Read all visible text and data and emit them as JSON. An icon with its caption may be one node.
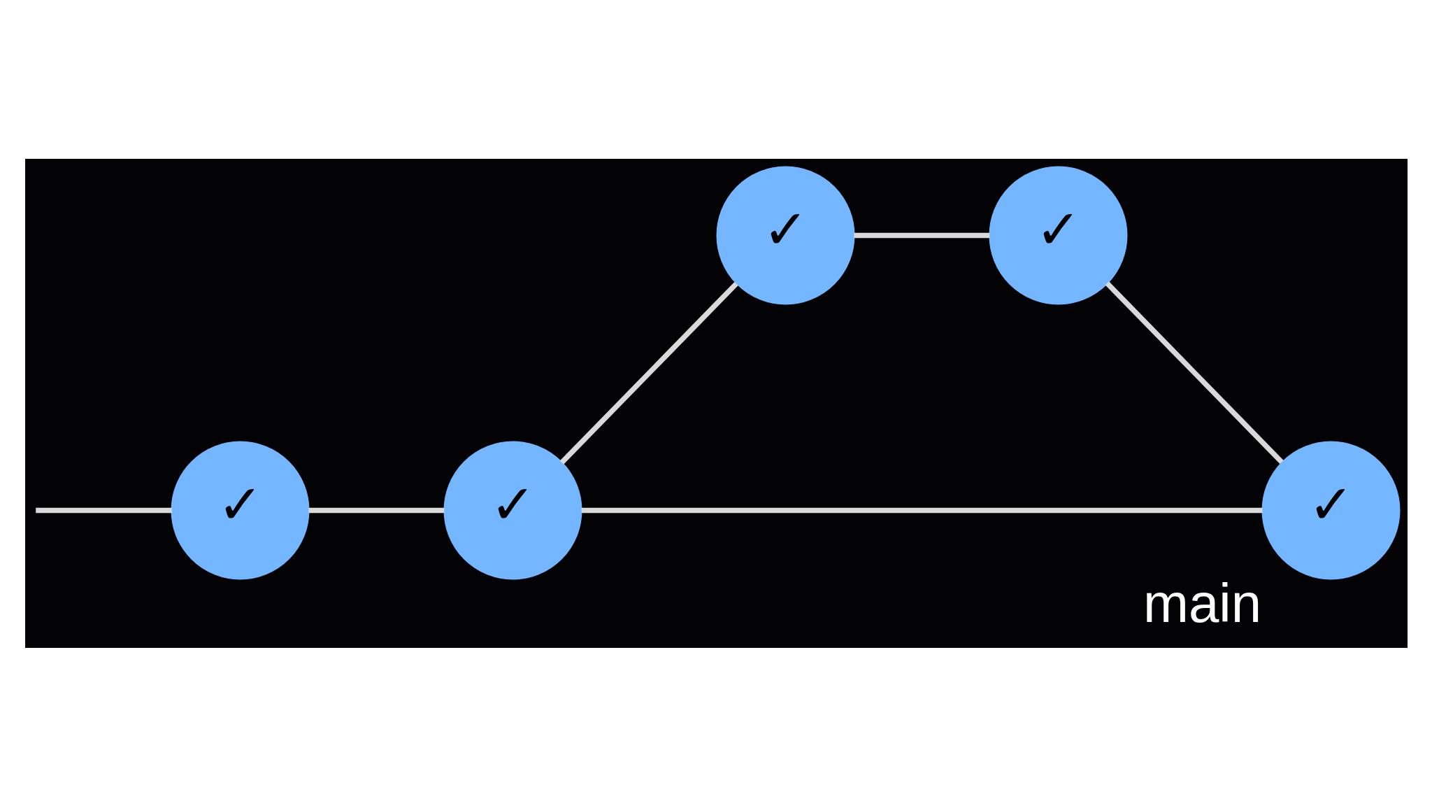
{
  "diagram": {
    "nodes": [
      {
        "text": [
          "✓"
        ]
      },
      {
        "text": [
          "✓"
        ]
      },
      {
        "text": [
          "✓"
        ]
      },
      {
        "text": [
          "✓"
        ]
      },
      {
        "text": [
          "✓"
        ],
        "beside": [
          "main"
        ]
      }
    ],
    "edges": [
      {
        "from": null,
        "to": 0,
        "arrow": "none"
      },
      {
        "from": 0,
        "to": 1,
        "arrow": "none"
      },
      {
        "from": 1,
        "to": 2,
        "arrow": "none"
      },
      {
        "from": 2,
        "to": 3,
        "arrow": "none"
      },
      {
        "from": 3,
        "to": 4,
        "arrow": "none"
      },
      {
        "from": 1,
        "to": 4,
        "arrow": "none"
      }
    ]
  }
}
